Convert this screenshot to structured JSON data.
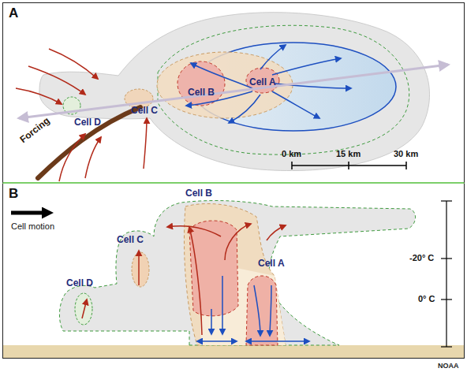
{
  "diagram": {
    "nodes": [
      {
        "text": [
          "A"
        ]
      },
      {
        "text": [
          "B"
        ]
      }
    ],
    "labels": [
      "Forcing",
      "Cell D",
      "Cell C",
      "Cell B",
      "Cell A",
      "0 km",
      "15 km",
      "30 km",
      "Cell motion",
      "Cell B",
      "Cell C",
      "Cell D",
      "Cell A",
      "-20° C",
      "0° C",
      "NOAA"
    ]
  }
}
